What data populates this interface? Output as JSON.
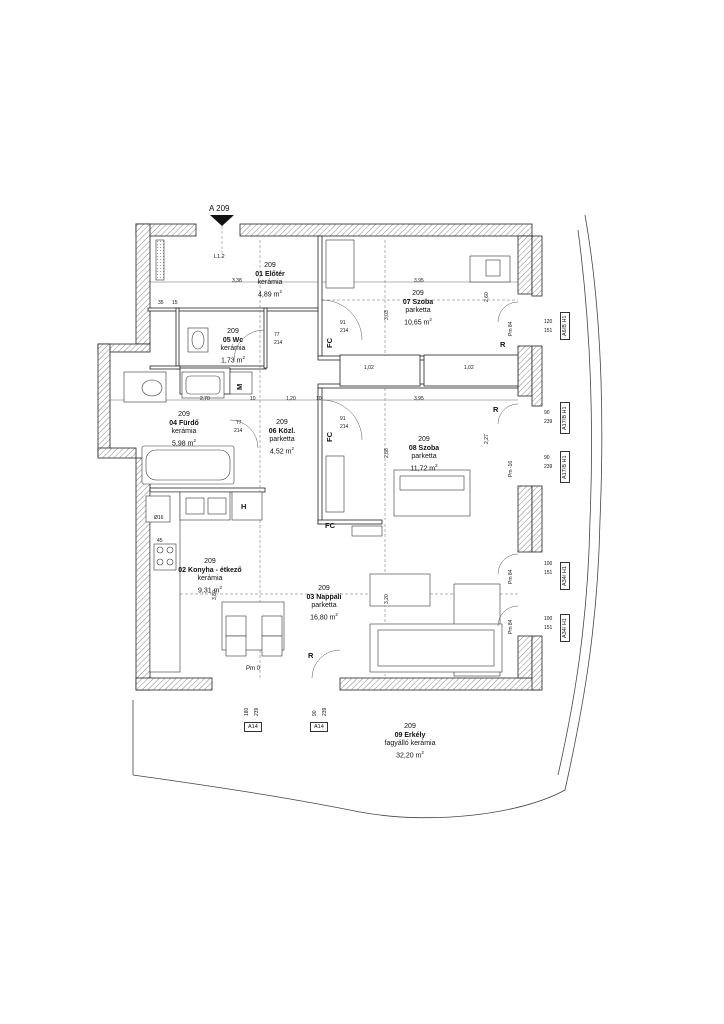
{
  "elevation_marker": "A 209",
  "rooms": [
    {
      "id": "r01",
      "number": "209",
      "name": "01 Előtér",
      "floor": "kerámia",
      "area": "4,89 m",
      "unit": "2"
    },
    {
      "id": "r05",
      "number": "209",
      "name": "05 Wc",
      "floor": "kerámia",
      "area": "1,73 m",
      "unit": "2"
    },
    {
      "id": "r04",
      "number": "209",
      "name": "04 Fürdő",
      "floor": "kerámia",
      "area": "5,98 m",
      "unit": "2"
    },
    {
      "id": "r06",
      "number": "209",
      "name": "06 Közl.",
      "floor": "parketta",
      "area": "4,52 m",
      "unit": "2"
    },
    {
      "id": "r07",
      "number": "209",
      "name": "07 Szoba",
      "floor": "parketta",
      "area": "10,65 m",
      "unit": "2"
    },
    {
      "id": "r08",
      "number": "209",
      "name": "08 Szoba",
      "floor": "parketta",
      "area": "11,72 m",
      "unit": "2"
    },
    {
      "id": "r02",
      "number": "209",
      "name": "02 Konyha - étkező",
      "floor": "kerámia",
      "area": "9,31 m",
      "unit": "2"
    },
    {
      "id": "r03",
      "number": "209",
      "name": "03 Nappali",
      "floor": "parketta",
      "area": "16,80 m",
      "unit": "2"
    },
    {
      "id": "r09",
      "number": "209",
      "name": "09 Erkély",
      "floor": "fagyálló kerámia",
      "area": "32,20 m",
      "unit": "2"
    }
  ],
  "fc_labels": [
    "FC",
    "FC",
    "FC"
  ],
  "r_labels": [
    "R",
    "R",
    "R"
  ],
  "windows_right": [
    {
      "w": "120",
      "h": "151",
      "code": "A6/B H1",
      "pm": "Pm 84"
    },
    {
      "w": "90",
      "h": "239",
      "code": "A17/B H1",
      "pm": ""
    },
    {
      "w": "90",
      "h": "239",
      "code": "A17/B H1",
      "pm": "Pm -16"
    },
    {
      "w": "100",
      "h": "151",
      "code": "A34/ H1",
      "pm": "Pm 84"
    },
    {
      "w": "100",
      "h": "151",
      "code": "A34/ H1",
      "pm": "Pm 84"
    }
  ],
  "windows_bottom": [
    {
      "w": "180",
      "h": "239",
      "code": "A14"
    },
    {
      "w": "90",
      "h": "239",
      "code": "A14"
    }
  ],
  "fixture_labels": {
    "fridge": "H",
    "washer": "M",
    "pm0": "Pm 0",
    "l12": "L1.2",
    "hood": "Ø16"
  },
  "dimensions": {
    "d_338": "3,38",
    "d_395": "3,95",
    "d_395b": "3,95",
    "d_270": "2,70",
    "d_120": "1,20",
    "d_102a": "1,02",
    "d_102b": "1,02",
    "d_35": "35",
    "d_15": "15",
    "d_10a": "10",
    "d_10b": "10",
    "d_45": "45",
    "d_214a": "214",
    "d_214b": "214",
    "d_214c": "214",
    "d_214d": "214",
    "d_77a": "77",
    "d_77b": "77",
    "d_91a": "91",
    "d_91b": "91",
    "d_303": "3,03",
    "d_227": "2,27",
    "d_288": "2,88",
    "d_260": "2,60",
    "d_320": "3,20",
    "d_380": "3,80"
  }
}
